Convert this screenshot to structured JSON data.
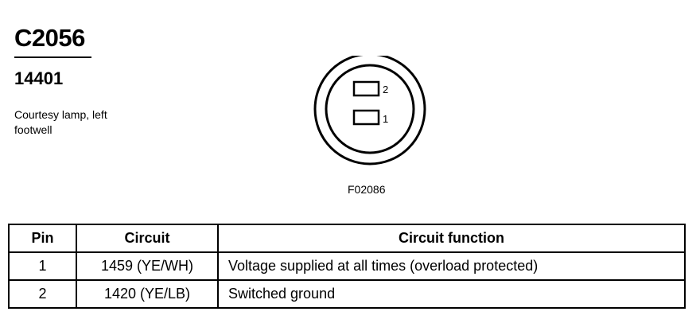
{
  "header": {
    "connector_id": "C2056",
    "part_number": "14401",
    "description": "Courtesy lamp, left footwell"
  },
  "figure": {
    "figure_id": "F02086",
    "pin_labels": [
      "2",
      "1"
    ]
  },
  "table": {
    "headers": [
      "Pin",
      "Circuit",
      "Circuit function"
    ],
    "rows": [
      {
        "pin": "1",
        "circuit": "1459 (YE/WH)",
        "function": "Voltage supplied at all times (overload protected)"
      },
      {
        "pin": "2",
        "circuit": "1420 (YE/LB)",
        "function": "Switched ground"
      }
    ]
  }
}
